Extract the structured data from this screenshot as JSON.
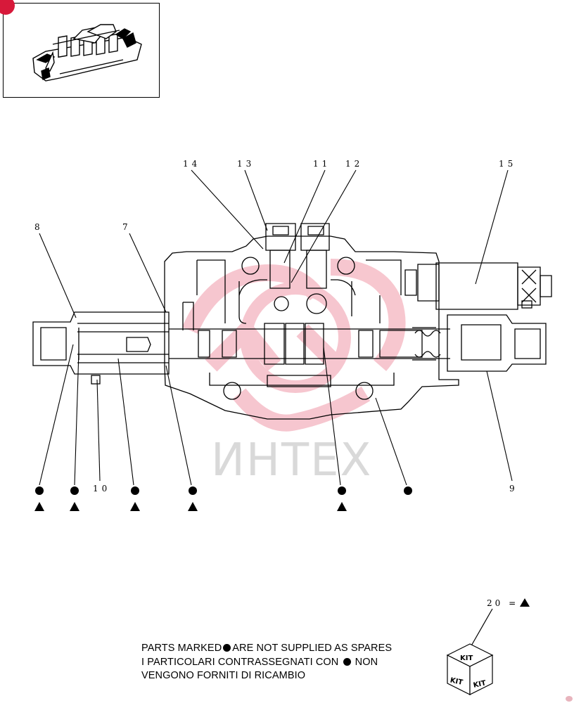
{
  "thumbnail": {
    "icon": "valve-assembly-icon",
    "badge_color": "#d7193a"
  },
  "watermark": {
    "text": "ИНТЕХ",
    "color": "#d7193a"
  },
  "callouts": {
    "c14": "14",
    "c13": "13",
    "c11": "11",
    "c12": "12",
    "c15": "15",
    "c8": "8",
    "c7": "7",
    "c10": "10",
    "c9": "9"
  },
  "kit": {
    "reference": "20 =",
    "cube_label": "KIT"
  },
  "note": {
    "line1_a": "PARTS MARKED",
    "line1_b": "ARE NOT SUPPLIED AS SPARES",
    "line2_a": "I  PARTICOLARI  CONTRASSEGNATI  CON",
    "line2_b": "NON",
    "line3": "VENGONO FORNITI DI RICAMBIO"
  },
  "symbols": {
    "dot": "not-supplied-dot-icon",
    "triangle": "kit-triangle-icon"
  }
}
